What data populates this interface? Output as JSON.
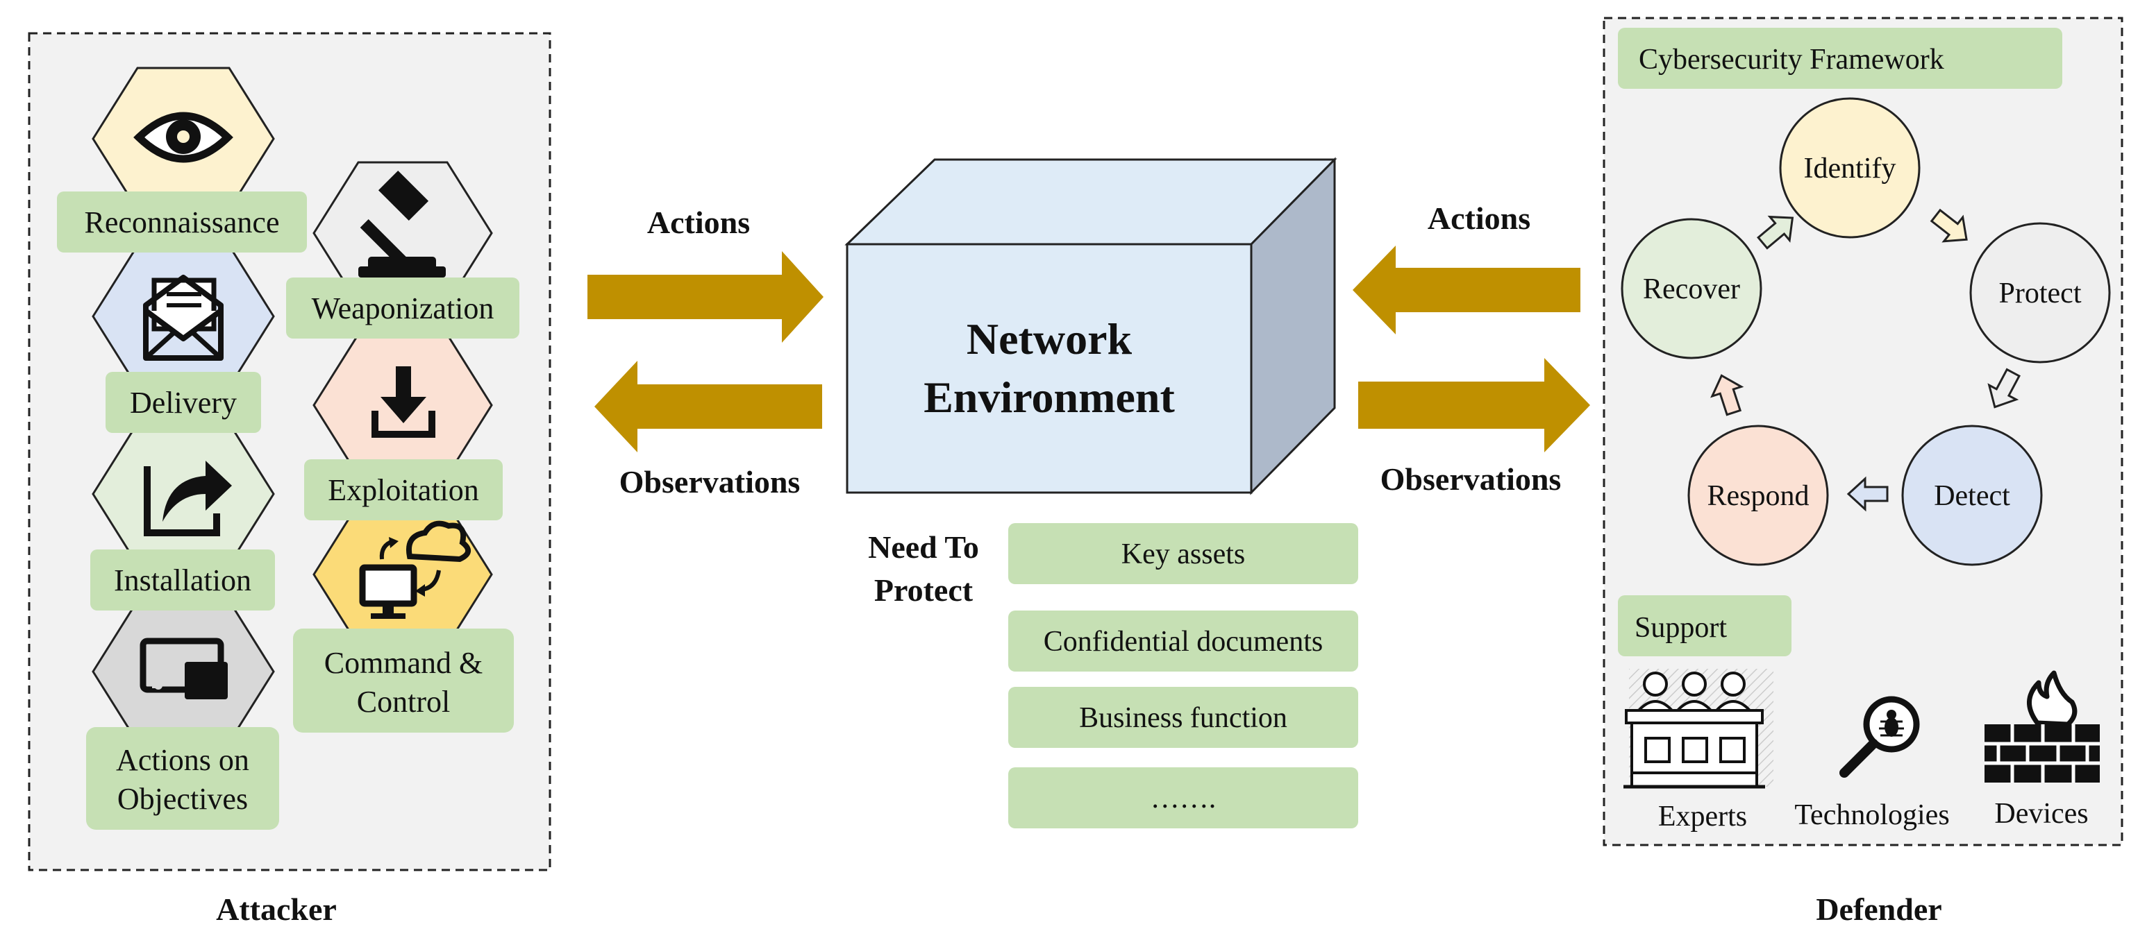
{
  "attacker": {
    "title": "Attacker",
    "stages": [
      {
        "label": "Reconnaissance",
        "icon": "eye-icon",
        "color": "#fdf2cf"
      },
      {
        "label": "Weaponization",
        "icon": "gavel-icon",
        "color": "#eeeeee"
      },
      {
        "label": "Delivery",
        "icon": "envelope-icon",
        "color": "#d9e3f4"
      },
      {
        "label": "Exploitation",
        "icon": "download-icon",
        "color": "#fbe1d4"
      },
      {
        "label": "Installation",
        "icon": "share-arrow-icon",
        "color": "#e3eedb"
      },
      {
        "label": "Command &",
        "label2": "Control",
        "icon": "computer-cloud-icon",
        "color": "#fbdb78"
      },
      {
        "label": "Actions on",
        "label2": "Objectives",
        "icon": "cast-screen-icon",
        "color": "#d8d8d8"
      }
    ]
  },
  "center": {
    "box_line1": "Network",
    "box_line2": "Environment",
    "left_actions": "Actions",
    "left_observations": "Observations",
    "right_actions": "Actions",
    "right_observations": "Observations",
    "need_line1": "Need To",
    "need_line2": "Protect",
    "assets": [
      "Key assets",
      "Confidential documents",
      "Business function",
      "……."
    ]
  },
  "defender": {
    "title": "Defender",
    "framework_label": "Cybersecurity Framework",
    "functions": [
      {
        "label": "Identify",
        "color": "#fdf2cf"
      },
      {
        "label": "Protect",
        "color": "#eeeeee"
      },
      {
        "label": "Detect",
        "color": "#d9e3f4"
      },
      {
        "label": "Respond",
        "color": "#fbe1d4"
      },
      {
        "label": "Recover",
        "color": "#e3eedb"
      }
    ],
    "support_label": "Support",
    "support_items": [
      "Experts",
      "Technologies",
      "Devices"
    ]
  },
  "colors": {
    "label_green": "#c6e0b4",
    "arrow_gold": "#bf9000",
    "box_front": "#deebf7",
    "box_side": "#adb9ca",
    "stroke": "#222222"
  }
}
